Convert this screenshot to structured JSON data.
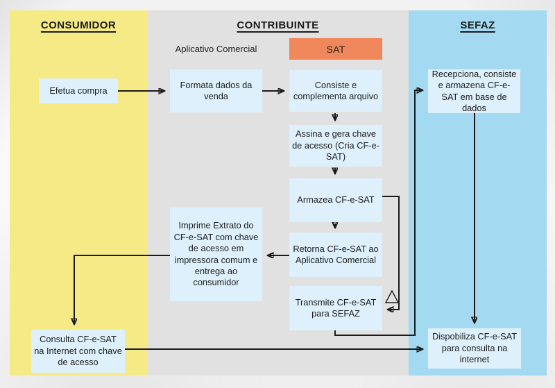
{
  "colors": {
    "consumidor_bg": "#F5EA85",
    "contribuinte_bg": "#E1E1E1",
    "sefaz_bg": "#A3D9F1",
    "node_bg": "#DDF0FB",
    "sat_bg": "#F0885C",
    "line_color": "#1A1A1A",
    "text_color": "#1C1C1C"
  },
  "columns": {
    "consumidor": {
      "label": "CONSUMIDOR"
    },
    "contribuinte": {
      "label": "CONTRIBUINTE"
    },
    "sefaz": {
      "label": "SEFAZ"
    }
  },
  "sublabels": {
    "aplicativo_comercial": "Aplicativo Comercial",
    "sat": "SAT"
  },
  "nodes": {
    "efetua": {
      "text": "Efetua compra"
    },
    "formata": {
      "text": "Formata dados da venda"
    },
    "consiste": {
      "text": "Consiste e complementa arquivo"
    },
    "assina": {
      "text": "Assina e gera chave de acesso (Cria CF-e-SAT)"
    },
    "armazea": {
      "text": "Armazea CF-e-SAT"
    },
    "retorna": {
      "text": "Retorna CF-e-SAT ao Aplicativo Comercial"
    },
    "transmite": {
      "text": "Transmite CF-e-SAT para SEFAZ"
    },
    "imprime": {
      "text": "Imprime Extrato do CF-e-SAT com chave de acesso em impressora comum e entrega ao consumidor"
    },
    "consulta": {
      "text": "Consulta CF-e-SAT na Internet com chave de acesso"
    },
    "recepciona": {
      "text": "Recepciona, consiste e armazena CF-e-SAT em base de dados"
    },
    "dispobiliza": {
      "text": "Dispobiliza CF-e-SAT para consulta na internet"
    }
  },
  "icons": {
    "triangle_marker": "outlined-triangle"
  }
}
